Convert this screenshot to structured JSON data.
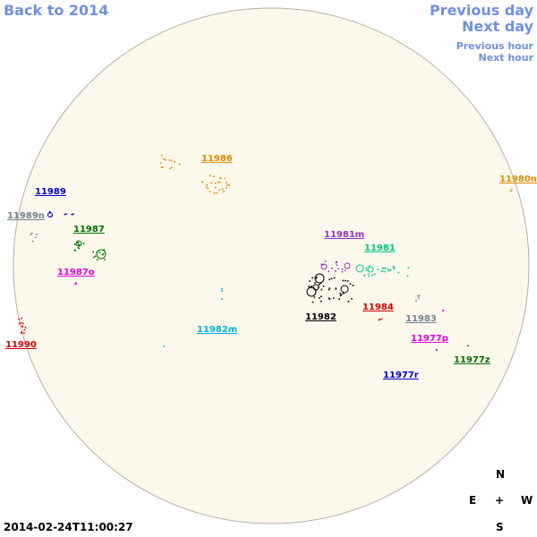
{
  "nav": {
    "back_label": "Back to 2014",
    "previous_day": "Previous day",
    "next_day": "Next day",
    "previous_hour": "Previous hour",
    "next_hour": "Next hour"
  },
  "timestamp": "2014-02-24T11:00:27",
  "colors": {
    "disk_fill": "#fdf8ec",
    "disk_stroke": "#b4b0a8",
    "link": "#7090e0"
  },
  "compass": {
    "north": "N",
    "south": "S",
    "east": "E",
    "west": "W",
    "center": "+"
  },
  "regions": [
    {
      "id": "11986",
      "label": "11986",
      "color": "#e08a00"
    },
    {
      "id": "11989",
      "label": "11989",
      "color": "#0000c8"
    },
    {
      "id": "11989n",
      "label": "11989n",
      "color": "#708090"
    },
    {
      "id": "11987",
      "label": "11987",
      "color": "#007000"
    },
    {
      "id": "11987o",
      "label": "11987o",
      "color": "#e000e0"
    },
    {
      "id": "11990",
      "label": "11990",
      "color": "#d00000"
    },
    {
      "id": "11982m",
      "label": "11982m",
      "color": "#00b0e0"
    },
    {
      "id": "11980n",
      "label": "11980n",
      "color": "#e08a00"
    },
    {
      "id": "11981m",
      "label": "11981m",
      "color": "#9030c0"
    },
    {
      "id": "11981",
      "label": "11981",
      "color": "#00c880"
    },
    {
      "id": "11982",
      "label": "11982",
      "color": "#000000"
    },
    {
      "id": "11984",
      "label": "11984",
      "color": "#d00000"
    },
    {
      "id": "11983",
      "label": "11983",
      "color": "#708090"
    },
    {
      "id": "11977p",
      "label": "11977p",
      "color": "#e000e0"
    },
    {
      "id": "11977z",
      "label": "11977z",
      "color": "#007000"
    },
    {
      "id": "11977r",
      "label": "11977r",
      "color": "#0000c8"
    }
  ]
}
